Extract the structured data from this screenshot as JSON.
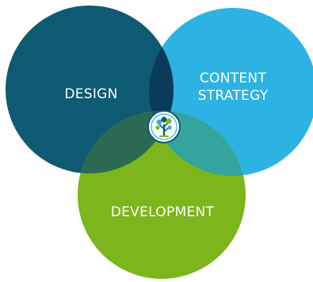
{
  "diagram": {
    "type": "venn",
    "sets": [
      {
        "key": "design",
        "lines": [
          "DESIGN"
        ],
        "color": "#0e5a73"
      },
      {
        "key": "content",
        "lines": [
          "CONTENT",
          "STRATEGY"
        ],
        "color": "#2cb3e3"
      },
      {
        "key": "development",
        "lines": [
          "DEVELOPMENT"
        ],
        "color": "#7cb51c"
      }
    ],
    "overlap_colors": {
      "design_content": "#0b3a5a",
      "design_development": "#2a6a52",
      "content_development": "#35a49d",
      "center": "#1f5b62"
    },
    "center_icon": "tree-logo-icon"
  }
}
